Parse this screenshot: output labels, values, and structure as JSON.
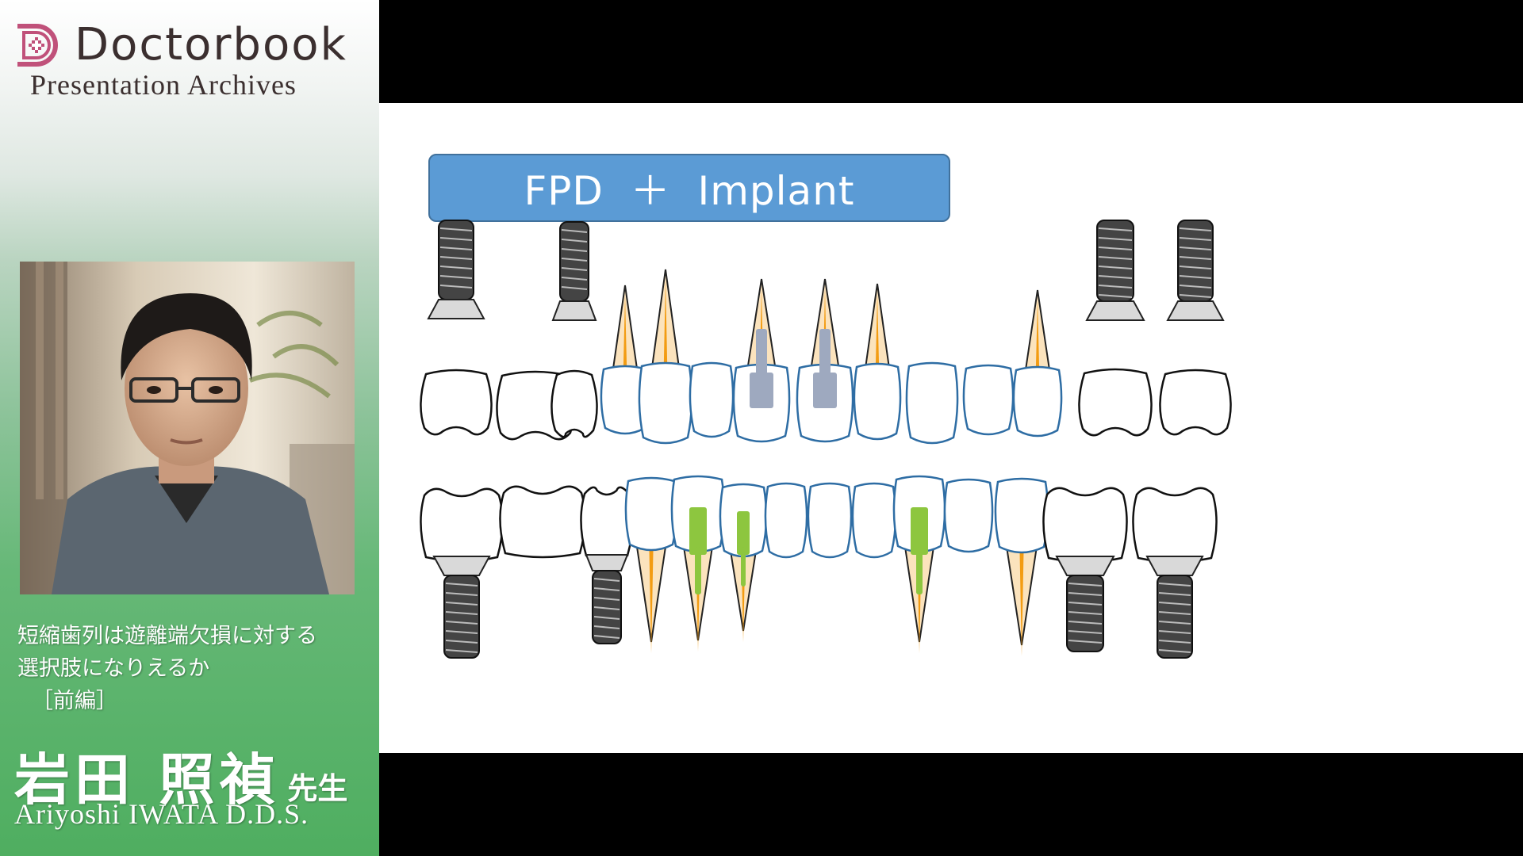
{
  "brand": {
    "name": "Doctorbook",
    "subtitle": "Presentation Archives",
    "accent": "#c0517a",
    "text_color": "#3b2f2f"
  },
  "talk": {
    "title_lines": [
      "短縮歯列は遊離端欠損に対する",
      "選択肢になりえるか"
    ],
    "part": "［前編］"
  },
  "speaker": {
    "name_jp": "岩田 照禎",
    "honorific": "先生",
    "name_en": "Ariyoshi  IWATA  D.D.S."
  },
  "slide": {
    "header": "FPD  ＋  Implant",
    "header_color": "#5b9bd5",
    "colors": {
      "crown_outline_natural": "#2e6da4",
      "crown_outline_restored": "#111111",
      "root_fill": "#fbe3bd",
      "pulp": "#f39c12",
      "post_metal": "#9ea9bf",
      "post_fiber": "#8dc63f",
      "implant_fixture": "#444444"
    }
  }
}
